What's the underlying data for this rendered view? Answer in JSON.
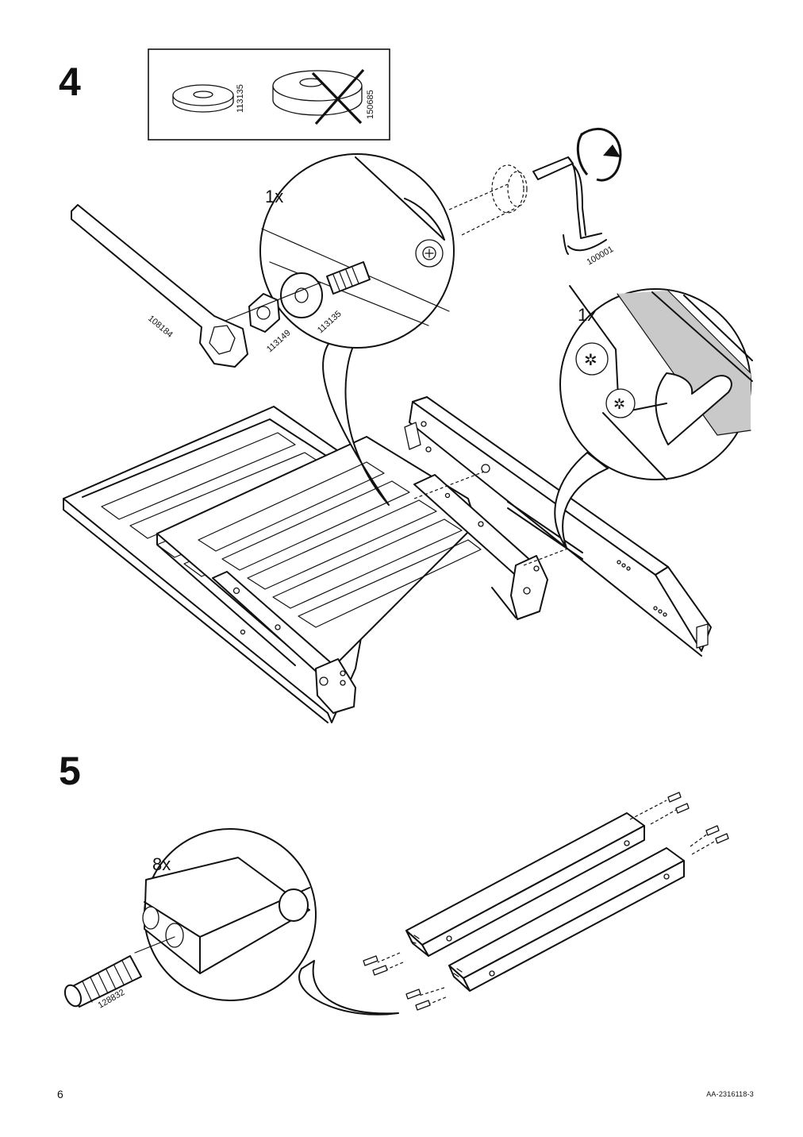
{
  "steps": {
    "step4": {
      "number": "4",
      "washer_box": {
        "allowed_part": "113135",
        "forbidden_part": "150685"
      },
      "detail_top": {
        "quantity": "1x"
      },
      "detail_right": {
        "quantity": "1x"
      },
      "parts": {
        "wrench": "108184",
        "nut": "113149",
        "washer": "113135",
        "allen_key": "100001"
      }
    },
    "step5": {
      "number": "5",
      "detail": {
        "quantity": "8x"
      },
      "parts": {
        "dowel": "128832"
      }
    }
  },
  "footer": {
    "page_number": "6",
    "document_code": "AA-2316118-3"
  }
}
